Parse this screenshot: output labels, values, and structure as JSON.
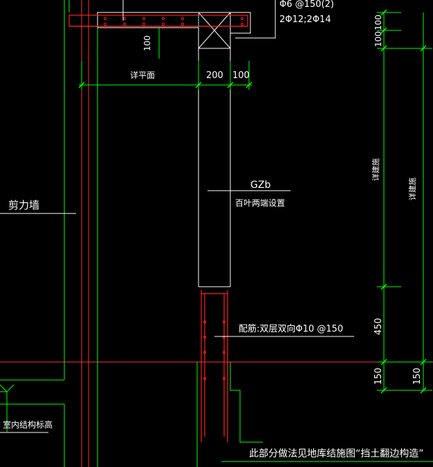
{
  "drawing": {
    "colors": {
      "background": "#000000",
      "wall_line": "#ffffff",
      "dimension": "#00ff00",
      "rebar": "#ff2020",
      "axis": "#ff3030",
      "leader": "#ffffff",
      "marker": "#00e0ff"
    },
    "labels": {
      "rebar_stirrup": "Φ6 @150(2)",
      "rebar_main": "2Φ12;2Φ14",
      "dim_100_top": "100",
      "plan_detail": "详平面",
      "dim_200": "200",
      "dim_100_right": "100",
      "dim_100_a": "100",
      "dim_100_b": "100",
      "column_id": "GZb",
      "column_note": "百叶两端设置",
      "shear_wall": "剪力墙",
      "see_arch_1": "详建施",
      "see_arch_2": "详建施",
      "rebar_note": "配筋:双层双向Φ10 @150",
      "dim_450": "450",
      "dim_150_a": "150",
      "dim_150_b": "150",
      "indoor_level": "室内结构标高",
      "footer_note": "此部分做法见地库结施图“挡土翻边构造”"
    }
  }
}
